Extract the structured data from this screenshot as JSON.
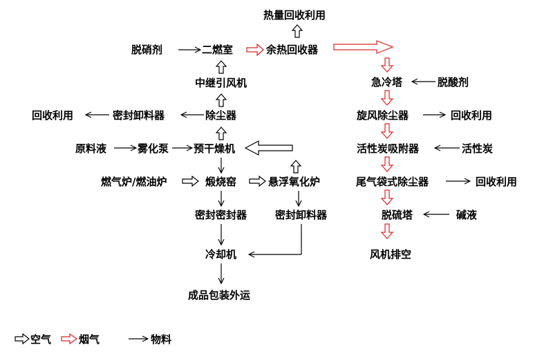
{
  "nodes": {
    "heat_recovery": "热量回收利用",
    "denitration_agent": "脱硝剂",
    "secondary_combustion": "二燃室",
    "waste_heat_recovery": "余热回收器",
    "intermediate_fan": "中继引风机",
    "recycle_left": "回收利用",
    "sealed_unloader_left": "密封卸料器",
    "dust_remover": "除尘器",
    "raw_liquid": "原料液",
    "atomizing_pump": "雾化泵",
    "pre_dryer": "预干燥机",
    "gas_oil_furnace": "燃气炉/燃油炉",
    "calcining_kiln": "煅烧窑",
    "suspension_oxidation_furnace": "悬浮氧化炉",
    "sealed_sealer": "密封密封器",
    "sealed_unloader_right": "密封卸料器",
    "cooler": "冷却机",
    "product_packaging": "成品包装外运",
    "quench_tower": "急冷塔",
    "deacid_agent": "脱酸剂",
    "cyclone_dust": "旋风除尘器",
    "recycle_cyclone": "回收利用",
    "activated_carbon_adsorber": "活性炭吸附器",
    "activated_carbon": "活性炭",
    "bag_filter": "尾气袋式除尘器",
    "recycle_bag": "回收利用",
    "desulfurization_tower": "脱硫塔",
    "alkali_liquid": "碱液",
    "fan_exhaust": "风机排空"
  },
  "legend": {
    "air": "空气",
    "flue_gas": "烟气",
    "material": "物料"
  },
  "colors": {
    "text": "#000000",
    "flue_gas": "#e02020",
    "air": "#000000",
    "material": "#000000"
  }
}
